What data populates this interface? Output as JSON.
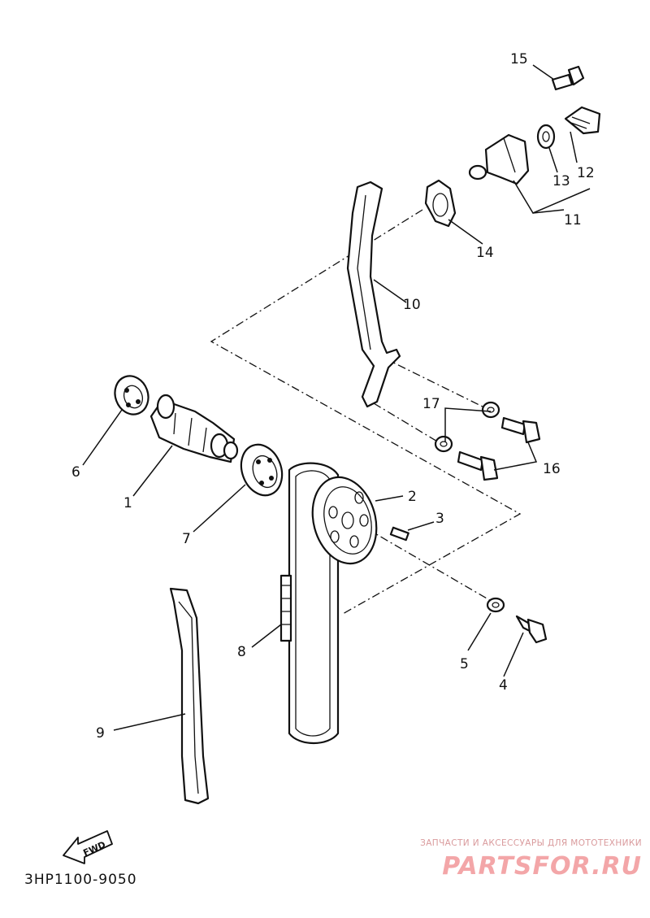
{
  "diagram": {
    "callouts": {
      "p1": "1",
      "p2": "2",
      "p3": "3",
      "p4": "4",
      "p5": "5",
      "p6": "6",
      "p7": "7",
      "p8": "8",
      "p9": "9",
      "p10": "10",
      "p11": "11",
      "p12": "12",
      "p13": "13",
      "p14": "14",
      "p15": "15",
      "p16": "16",
      "p17": "17"
    },
    "fwd_label": "FWD",
    "diagram_code": "3HP1100-9050"
  },
  "watermark": {
    "tagline": "ЗАПЧАСТИ И АКСЕССУАРЫ ДЛЯ МОТОТЕХНИКИ",
    "logo": "PARTSFOR.RU",
    "color": "#f3a6a8"
  }
}
